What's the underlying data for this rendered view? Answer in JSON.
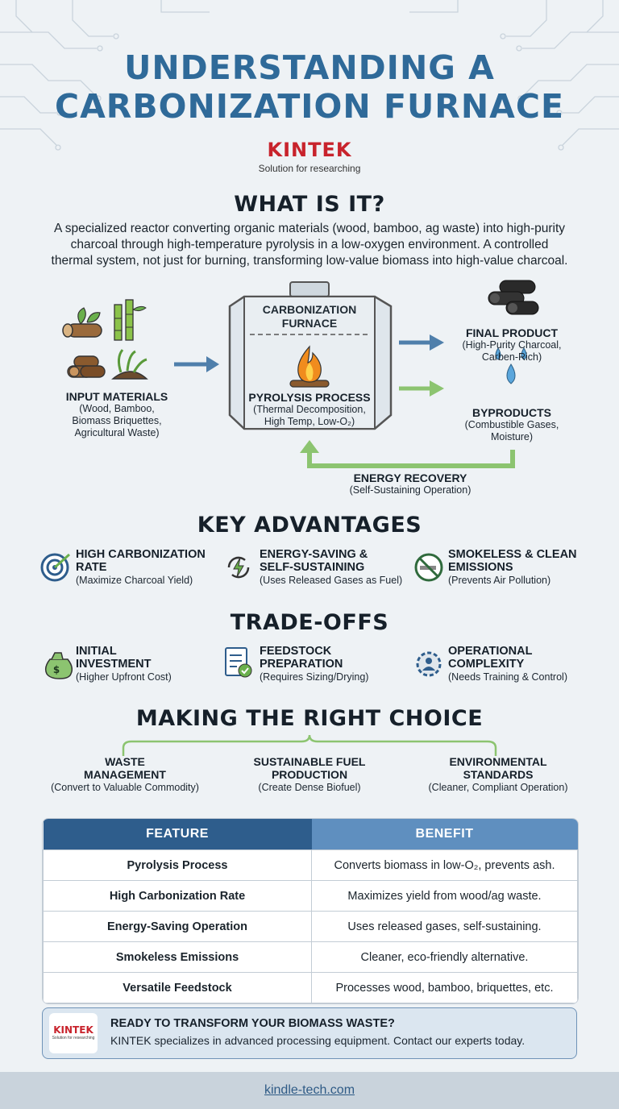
{
  "header": {
    "title_line1": "UNDERSTANDING A",
    "title_line2": "CARBONIZATION FURNACE",
    "brand": "KINTEK",
    "tagline": "Solution for researching"
  },
  "what": {
    "heading": "WHAT IS IT?",
    "line1": "A specialized reactor converting organic materials (wood, bamboo, ag waste) into high-purity",
    "line2": "charcoal through high-temperature pyrolysis in a low-oxygen environment. A controlled",
    "line3": "thermal system, not just for burning, transforming low-value biomass into high-value charcoal."
  },
  "diagram": {
    "input_title": "INPUT MATERIALS",
    "input_l1": "(Wood, Bamboo,",
    "input_l2": "Biomass Briquettes,",
    "input_l3": "Agricultural Waste)",
    "furnace_l1": "CARBONIZATION",
    "furnace_l2": "FURNACE",
    "process_title": "PYROLYSIS PROCESS",
    "process_l1": "(Thermal Decomposition,",
    "process_l2": "High Temp, Low-O₂)",
    "product_title": "FINAL PRODUCT",
    "product_l1": "(High-Purity Charcoal,",
    "product_l2": "Carben-Rich)",
    "byproduct_title": "BYPRODUCTS",
    "byproduct_l1": "(Combustible Gases,",
    "byproduct_l2": "Moisture)",
    "recovery_title": "ENERGY RECOVERY",
    "recovery_sub": "(Self-Sustaining Operation)"
  },
  "advantages": {
    "heading": "KEY ADVANTAGES",
    "items": [
      {
        "t1": "HIGH CARBONIZATION",
        "t2": "RATE",
        "sub": "(Maximize Charcoal Yield)",
        "icon": "target-icon"
      },
      {
        "t1": "ENERGY-SAVING &",
        "t2": "SELF-SUSTAINING",
        "sub": "(Uses Released Gases as Fuel)",
        "icon": "energy-cycle-icon"
      },
      {
        "t1": "SMOKELESS & CLEAN",
        "t2": "EMISSIONS",
        "sub": "(Prevents Air Pollution)",
        "icon": "no-smoking-icon"
      }
    ]
  },
  "tradeoffs": {
    "heading": "TRADE-OFFS",
    "items": [
      {
        "t1": "INITIAL",
        "t2": "INVESTMENT",
        "sub": "(Higher Upfront Cost)",
        "icon": "money-bag-icon"
      },
      {
        "t1": "FEEDSTOCK",
        "t2": "PREPARATION",
        "sub": "(Requires Sizing/Drying)",
        "icon": "checklist-icon"
      },
      {
        "t1": "OPERATIONAL",
        "t2": "COMPLEXITY",
        "sub": "(Needs Training & Control)",
        "icon": "gear-person-icon"
      }
    ]
  },
  "choice": {
    "heading": "MAKING THE RIGHT CHOICE",
    "items": [
      {
        "t1": "WASTE",
        "t2": "MANAGEMENT",
        "sub": "(Convert to Valuable Commodity)"
      },
      {
        "t1": "SUSTAINABLE FUEL",
        "t2": "PRODUCTION",
        "sub": "(Create Dense Biofuel)"
      },
      {
        "t1": "ENVIRONMENTAL",
        "t2": "STANDARDS",
        "sub": "(Cleaner, Compliant Operation)"
      }
    ]
  },
  "table": {
    "header_feature": "FEATURE",
    "header_benefit": "BENEFIT",
    "rows": [
      {
        "feature": "Pyrolysis Process",
        "benefit": "Converts biomass in low-O₂, prevents ash."
      },
      {
        "feature": "High Carbonization Rate",
        "benefit": "Maximizes yield from wood/ag waste."
      },
      {
        "feature": "Energy-Saving Operation",
        "benefit": "Uses released gases, self-sustaining."
      },
      {
        "feature": "Smokeless Emissions",
        "benefit": "Cleaner, eco-friendly alternative."
      },
      {
        "feature": "Versatile Feedstock",
        "benefit": "Processes wood, bamboo, briquettes, etc."
      }
    ]
  },
  "cta": {
    "logo": "KINTEK",
    "logo_sub": "Solution for researching",
    "title": "READY TO TRANSFORM YOUR BIOMASS WASTE?",
    "body": "KINTEK specializes in advanced processing equipment. Contact our experts today."
  },
  "footer": {
    "url": "kindle-tech.com"
  },
  "colors": {
    "title_blue": "#2f6a99",
    "brand_red": "#c8232c",
    "accent_green": "#6ab04c",
    "table_dark": "#2e5d8c",
    "table_light": "#5f8fbf"
  }
}
